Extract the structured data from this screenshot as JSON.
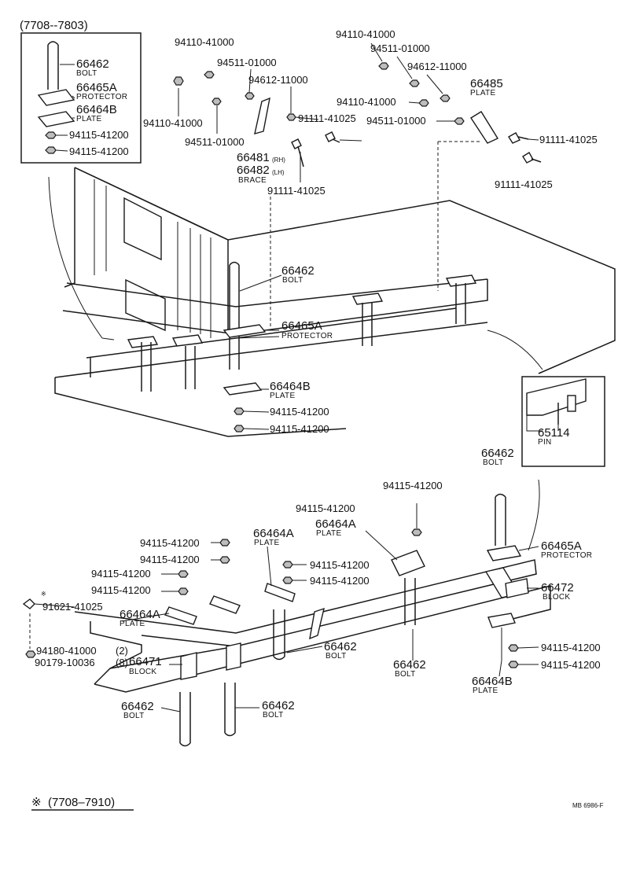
{
  "colors": {
    "ink": "#1a1a1a",
    "paper": "#ffffff",
    "fastener_fill": "#bdbdbd"
  },
  "header_note": "(7708--7803)",
  "footer_note": "(7708–7910)",
  "footer_mark": "※",
  "drawing_code": "MB 6986-F",
  "inset_top": {
    "bolt": {
      "number": "66462",
      "name": "BOLT"
    },
    "protector": {
      "number": "66465A",
      "name": "PROTECTOR"
    },
    "plate": {
      "number": "66464B",
      "name": "PLATE"
    },
    "nut_1": "94115-41200",
    "nut_2": "94115-41200"
  },
  "top_parts": {
    "p94110_a": "94110-41000",
    "p94511_a": "94511-01000",
    "p94612_a": "94612-11000",
    "p94110_b": "94110-41000",
    "p94511_b": "94511-01000",
    "p91111_a": "91111-41025",
    "brace_num_rh": "66481",
    "brace_rh_suffix": "(RH)",
    "brace_num_lh": "66482",
    "brace_lh_suffix": "(LH)",
    "brace_name": "BRACE",
    "p91111_b": "91111-41025",
    "p94110_c": "94110-41000",
    "p94511_c": "94511-01000",
    "p94612_b": "94612-11000",
    "p94110_d": "94110-41000",
    "p94511_d": "94511-01000",
    "plate_66485": {
      "number": "66485",
      "name": "PLATE"
    },
    "p91111_c": "91111-41025",
    "p91111_d": "91111-41025"
  },
  "upper_assembly": {
    "bolt": {
      "number": "66462",
      "name": "BOLT"
    },
    "protector": {
      "number": "66465A",
      "name": "PROTECTOR"
    },
    "plate": {
      "number": "66464B",
      "name": "PLATE"
    },
    "nut_1": "94115-41200",
    "nut_2": "94115-41200"
  },
  "pin_inset": {
    "number": "65114",
    "name": "PIN"
  },
  "lower_assembly": {
    "bolt_right": {
      "number": "66462",
      "name": "BOLT"
    },
    "nut_right_top": "94115-41200",
    "nut_upper_mid": "94115-41200",
    "plate_a_right": {
      "number": "66464A",
      "name": "PLATE"
    },
    "plate_a_mid": {
      "number": "66464A",
      "name": "PLATE"
    },
    "nut_l1": "94115-41200",
    "nut_l2": "94115-41200",
    "nut_l3": "94115-41200",
    "nut_l4": "94115-41200",
    "nut_m1": "94115-41200",
    "nut_m2": "94115-41200",
    "protector_right": {
      "number": "66465A",
      "name": "PROTECTOR"
    },
    "block_right": {
      "number": "66472",
      "name": "BLOCK"
    },
    "bolt_91621": "91621-41025",
    "plate_a_left": {
      "number": "66464A",
      "name": "PLATE"
    },
    "washer_94180": "94180-41000",
    "washer_qty": "(2)",
    "nut_90179": "90179-10036",
    "nut_qty": "(8)",
    "block_left": {
      "number": "66471",
      "name": "BLOCK"
    },
    "bolt_mid": {
      "number": "66462",
      "name": "BOLT"
    },
    "bolt_center": {
      "number": "66462",
      "name": "BOLT"
    },
    "nut_r1": "94115-41200",
    "nut_r2": "94115-41200",
    "plate_b_right": {
      "number": "66464B",
      "name": "PLATE"
    },
    "bolt_bl": {
      "number": "66462",
      "name": "BOLT"
    },
    "bolt_br": {
      "number": "66462",
      "name": "BOLT"
    }
  }
}
